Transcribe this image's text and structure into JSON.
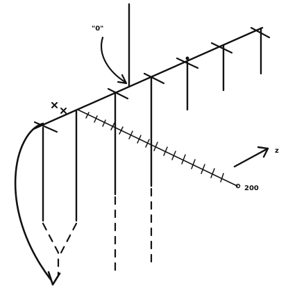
{
  "labels": {
    "origin": "\"0\"",
    "axis_end": "200",
    "direction": "z",
    "cross_marks": "× ×"
  },
  "colors": {
    "ink": "#111111",
    "background": "#ffffff"
  }
}
